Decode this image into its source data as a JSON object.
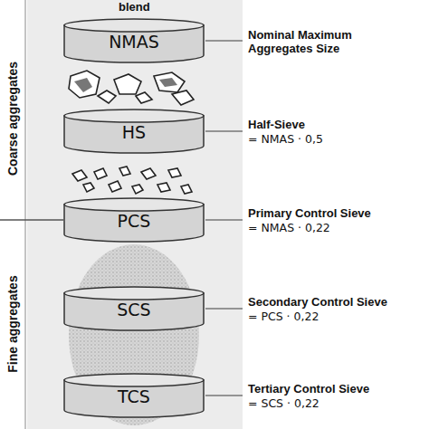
{
  "diagram": {
    "nodes": [
      {
        "text": [
          "NMAS"
        ]
      },
      {
        "text": [
          "HS"
        ]
      },
      {
        "text": [
          "PCS"
        ]
      },
      {
        "text": [
          "SCS"
        ]
      },
      {
        "text": [
          "TCS"
        ]
      }
    ],
    "labels": [
      "blend",
      "Coarse aggregates",
      "Fine aggregates",
      "Nominal Maximum Aggregates Size",
      "Half-Sieve",
      "= NMAS · 0,5",
      "Primary Control Sieve",
      "= NMAS · 0,22",
      "Secondary Control Sieve",
      "= PCS · 0,22",
      "Tertiary Control Sieve",
      "= SCS · 0,22"
    ]
  }
}
